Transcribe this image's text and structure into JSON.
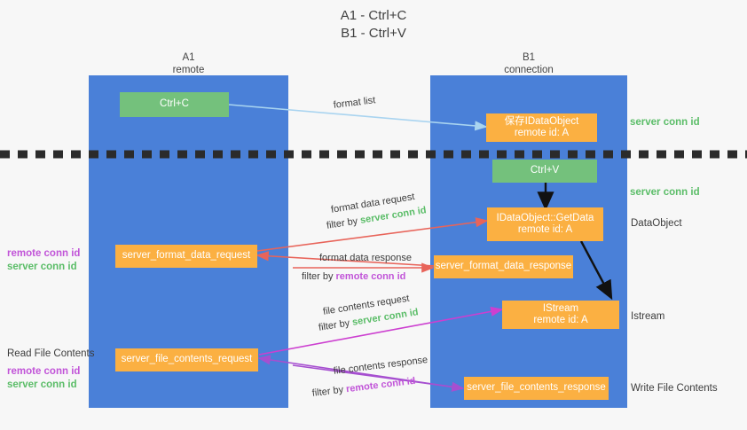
{
  "title": {
    "line1": "A1 - Ctrl+C",
    "line2": "B1 - Ctrl+V"
  },
  "columns": [
    {
      "name": "A1",
      "sub": "remote",
      "color": "#4a80d8"
    },
    {
      "name": "B1",
      "sub": "connection",
      "color": "#4a80d8"
    }
  ],
  "boxes": {
    "ctrl_c": {
      "line1": "Ctrl+C",
      "color": "#74c17c"
    },
    "ctrl_v": {
      "line1": "Ctrl+V",
      "color": "#74c17c"
    },
    "idataobject_remote": {
      "line1": "保存IDataObject",
      "line2": "remote id: A",
      "color": "#fbb042"
    },
    "getdata": {
      "line1": "IDataObject::GetData",
      "line2": "remote id: A",
      "color": "#fbb042"
    },
    "istream": {
      "line1": "IStream",
      "line2": "remote id: A",
      "color": "#fbb042"
    },
    "format_data_request": {
      "line1": "server_format_data_request",
      "color": "#fbb042"
    },
    "format_data_response": {
      "line1": "server_format_data_response",
      "color": "#fbb042"
    },
    "file_contents_request": {
      "line1": "server_file_contents_request",
      "color": "#fbb042"
    },
    "file_contents_response": {
      "line1": "server_file_contents_response",
      "color": "#fbb042"
    }
  },
  "right_labels": {
    "server_conn_id_top": "server conn id",
    "server_conn_id_mid": "server conn id",
    "dataobject": "DataObject",
    "istream": "Istream",
    "write_file_contents": "Write File Contents"
  },
  "left_labels": {
    "remote_conn_id_1": "remote conn id",
    "server_conn_id_1": "server conn id",
    "read_file_contents": "Read File Contents",
    "remote_conn_id_2": "remote conn id",
    "server_conn_id_2": "server conn id"
  },
  "edges": {
    "format_list": "format list",
    "format_data_request": "format data request",
    "format_data_request_filter_pre": "filter by ",
    "format_data_request_filter_key": "server conn id",
    "format_data_response": "format data response",
    "format_data_response_filter_pre": "filter by ",
    "format_data_response_filter_key": "remote conn id",
    "file_contents_request": "file contents request",
    "file_contents_request_filter_pre": "filter by ",
    "file_contents_request_filter_key": "server conn id",
    "file_contents_response": "file contents response",
    "file_contents_response_filter_pre": "filter by ",
    "file_contents_response_filter_key": "remote conn id"
  },
  "colors": {
    "column_blue": "#4a80d8",
    "green_box": "#74c17c",
    "orange_box": "#fbb042",
    "green_text": "#5bbd68",
    "purple_text": "#c154d8",
    "arrow_light_blue": "#a9d4f0",
    "arrow_red": "#e8645a",
    "arrow_magenta": "#cc3fd0",
    "arrow_purple": "#a64fd0",
    "arrow_black": "#111111",
    "dashed_line": "#2b2b2b"
  }
}
